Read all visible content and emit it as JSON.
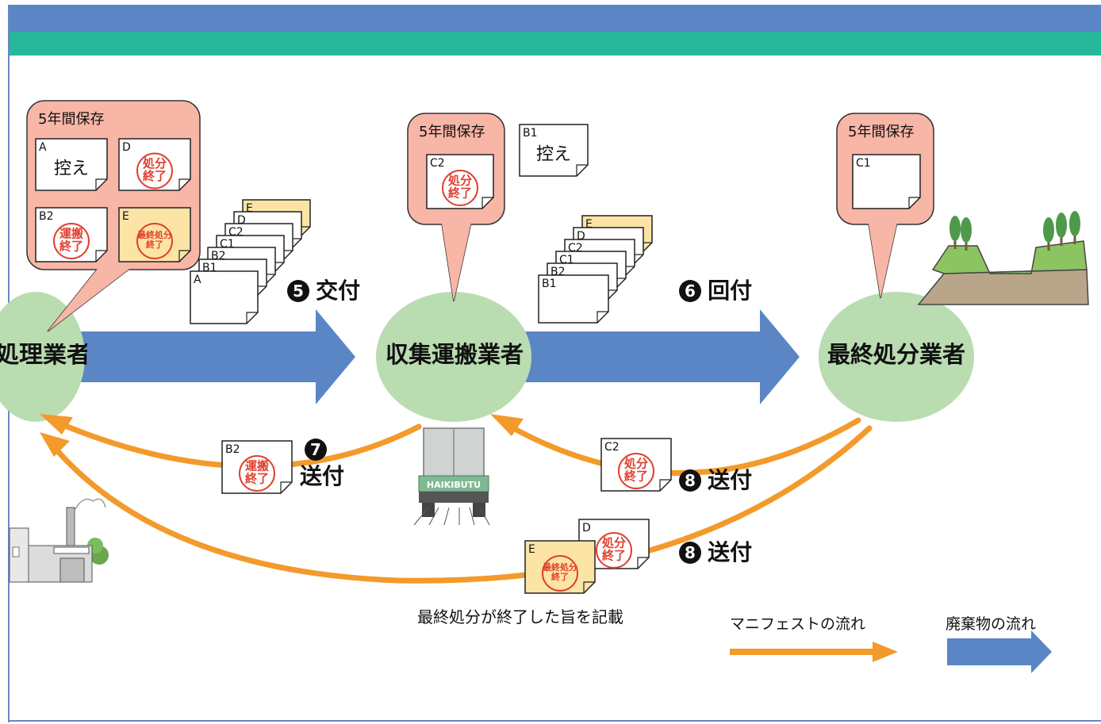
{
  "actors": {
    "discharger": "処理業者",
    "collector": "収集運搬業者",
    "disposer": "最終処分業者"
  },
  "storage_label": "5年間保存",
  "copy_label": "控え",
  "stamps": {
    "shobun": "処分\n終了",
    "unpan": "運搬\n終了",
    "saishu": "最終処分\n終了"
  },
  "docs": {
    "A": "A",
    "B1": "B1",
    "B2": "B2",
    "C1": "C1",
    "C2": "C2",
    "D": "D",
    "E": "E"
  },
  "steps": {
    "s5": {
      "num": "5",
      "label": "交付"
    },
    "s6": {
      "num": "6",
      "label": "回付"
    },
    "s7": {
      "num": "7",
      "label": "送付"
    },
    "s8a": {
      "num": "8",
      "label": "送付"
    },
    "s8b": {
      "num": "8",
      "label": "送付"
    }
  },
  "truck_text": "HAIKIBUTU",
  "note": "最終処分が終了した旨を記載",
  "legend": {
    "manifest": "マニフェストの流れ",
    "waste": "廃棄物の流れ"
  },
  "colors": {
    "header_blue": "#5b86c6",
    "header_teal": "#27b79b",
    "bubble": "#f8b6a6",
    "ellipse": "#b9dcb0",
    "arrow_blue": "#5b86c6",
    "arrow_orange": "#f39a2b",
    "stamp_red": "#e0402f",
    "doc_yellow": "#fbe4a6"
  }
}
